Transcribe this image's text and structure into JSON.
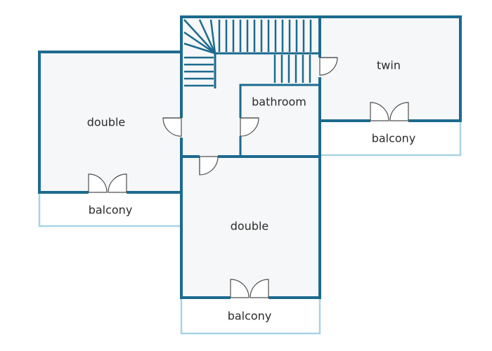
{
  "rooms": {
    "double_left": "double",
    "double_bottom": "double",
    "twin": "twin",
    "bathroom": "bathroom"
  },
  "balconies": {
    "left": "balcony",
    "bottom": "balcony",
    "right": "balcony"
  },
  "colors": {
    "wall": "#1c6a8e",
    "balcony_outline": "#a9d3e4",
    "floor": "#f6f7f8"
  }
}
